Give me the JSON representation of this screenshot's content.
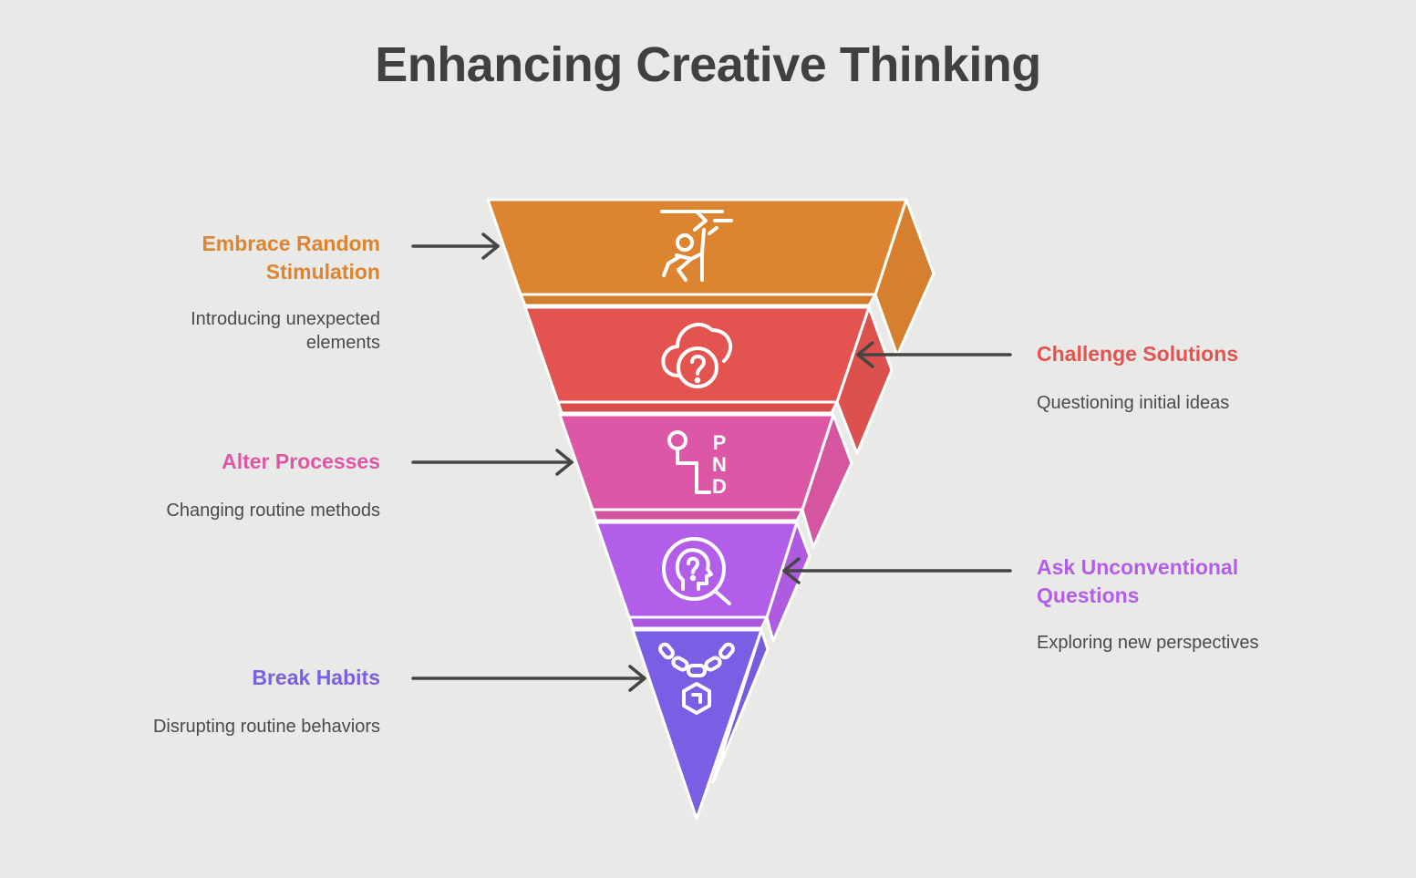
{
  "title": "Enhancing Creative Thinking",
  "levels": [
    {
      "label": "Embrace Random Stimulation",
      "description": "Introducing unexpected elements",
      "color": "#dc842f",
      "icon": "stick-figure-icon"
    },
    {
      "label": "Challenge Solutions",
      "description": "Questioning initial ideas",
      "color": "#e35450",
      "icon": "cloud-question-icon"
    },
    {
      "label": "Alter Processes",
      "description": "Changing routine methods",
      "color": "#dc58a6",
      "icon": "process-path-icon"
    },
    {
      "label": "Ask Unconventional Questions",
      "description": "Exploring new perspectives",
      "color": "#b35ee8",
      "icon": "head-question-search-icon"
    },
    {
      "label": "Break Habits",
      "description": "Disrupting routine behaviors",
      "color": "#7a5fe4",
      "icon": "broken-chain-icon"
    }
  ],
  "icon_text": {
    "process": [
      "P",
      "N",
      "D"
    ]
  }
}
